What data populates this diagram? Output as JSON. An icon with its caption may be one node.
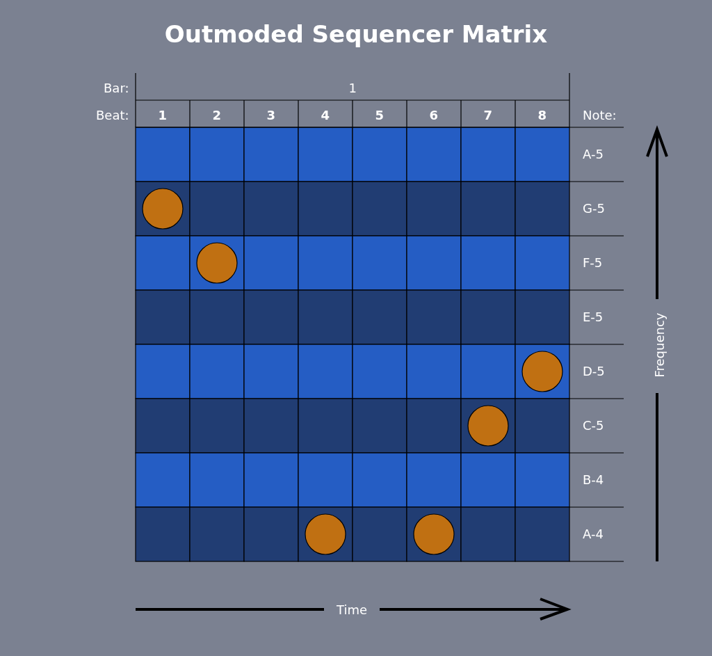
{
  "diagram": {
    "title": "Outmoded Sequencer Matrix",
    "nodes": [
      {
        "text": [],
        "shape": "circle"
      },
      {
        "text": [],
        "shape": "circle"
      },
      {
        "text": [],
        "shape": "circle"
      },
      {
        "text": [],
        "shape": "circle"
      },
      {
        "text": [],
        "shape": "circle"
      },
      {
        "text": [],
        "shape": "circle"
      }
    ],
    "labels": [
      "Bar:",
      "1",
      "Beat:",
      "1",
      "2",
      "3",
      "4",
      "5",
      "6",
      "7",
      "8",
      "Note:",
      "A-5",
      "G-5",
      "F-5",
      "E-5",
      "D-5",
      "C-5",
      "B-4",
      "A-4",
      "Frequency",
      "Time"
    ]
  }
}
